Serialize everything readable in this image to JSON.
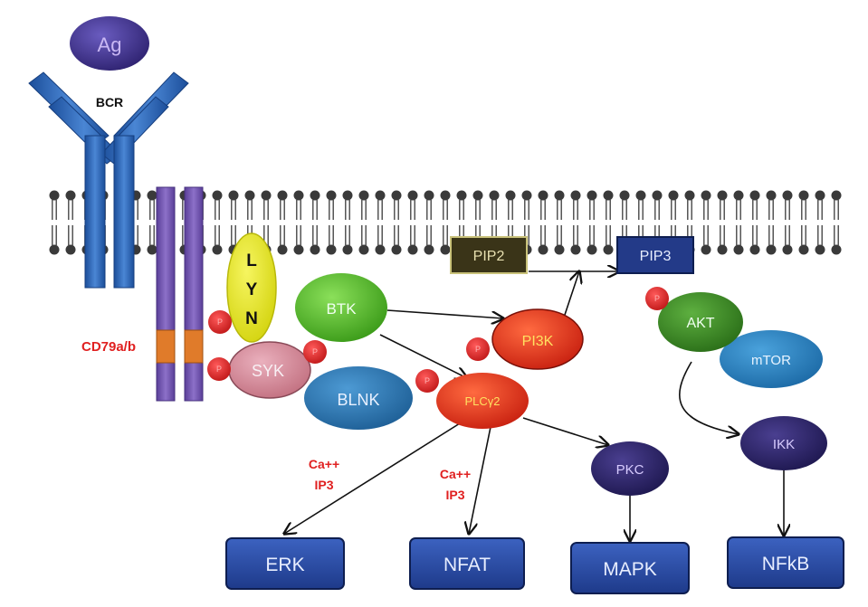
{
  "antigen": {
    "label": "Ag"
  },
  "receptor": {
    "label": "BCR"
  },
  "coreceptor": {
    "label": "CD79a/b"
  },
  "lyn": {
    "letters": [
      "L",
      "Y",
      "N"
    ]
  },
  "molecules": {
    "btk": "BTK",
    "syk": "SYK",
    "blnk": "BLNK",
    "pi3k": "PI3K",
    "plcg2": "PLCγ2",
    "akt": "AKT",
    "mtor": "mTOR",
    "pkc": "PKC",
    "ikk": "IKK",
    "pip2": "PIP2",
    "pip3": "PIP3"
  },
  "phospho": {
    "label": "P"
  },
  "second_messengers": {
    "left": {
      "line1": "Ca++",
      "line2": "IP3"
    },
    "right": {
      "line1": "Ca++",
      "line2": "IP3"
    }
  },
  "outputs": {
    "erk": "ERK",
    "nfat": "NFAT",
    "mapk": "MAPK",
    "nfkb": "NFkB"
  },
  "colors": {
    "antigen": "#3a2d80",
    "receptor": "#2f63b2",
    "membrane": "#3a3a3a",
    "cd79": "#7a5fb4",
    "cd79_band": "#e07b2a",
    "lyn": "#e8e628",
    "btk": "#58c030",
    "syk": "#d98fa0",
    "blnk": "#2c7bb8",
    "red_node": "#e83020",
    "akt": "#3d8a28",
    "mtor": "#2a82c0",
    "dark_node": "#2a2260",
    "output_box": "#2a4aa8",
    "pip2": "#3a3418",
    "pip3": "#233a88",
    "label_red": "#e02020"
  }
}
